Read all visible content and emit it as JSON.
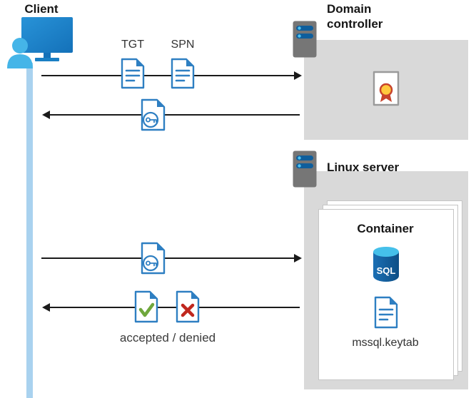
{
  "labels": {
    "client": "Client",
    "domain_controller": "Domain controller",
    "linux_server": "Linux server",
    "container": "Container",
    "tgt": "TGT",
    "spn": "SPN",
    "accepted_denied": "accepted / denied",
    "keytab": "mssql.keytab",
    "sql": "SQL"
  },
  "colors": {
    "doc_blue": "#2e7fc2",
    "timeline_blue": "#a9d2ef",
    "box_gray": "#d9d9d9",
    "check_green": "#6fa73c",
    "cross_red": "#c0271e",
    "seal_yellow": "#ffc83d",
    "seal_red": "#c8432c",
    "arrow_black": "#1a1a1a",
    "sql_top_blue": "#45c0ea",
    "sql_body_blue": "#15609f"
  },
  "icons": {
    "client": "person-at-monitor-icon",
    "server": "server-tower-icon",
    "document": "document-lines-icon",
    "ticket_key": "document-key-icon",
    "certificate": "certificate-seal-icon",
    "accepted": "document-check-icon",
    "denied": "document-x-icon",
    "sql_database": "sql-cylinder-icon"
  }
}
